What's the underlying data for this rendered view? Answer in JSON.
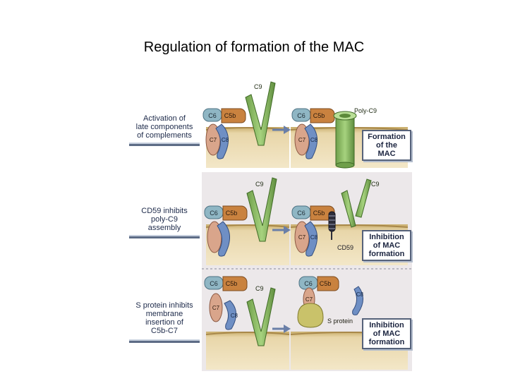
{
  "title": "Regulation of formation of the MAC",
  "rows": [
    {
      "label_lines": [
        "Activation of",
        "late components",
        "of complements"
      ],
      "result_lines": [
        "Formation",
        "of the",
        "MAC"
      ]
    },
    {
      "label_lines": [
        "CD59 inhibits",
        "poly-C9",
        "assembly"
      ],
      "result_lines": [
        "Inhibition",
        "of MAC",
        "formation"
      ]
    },
    {
      "label_lines": [
        "S protein inhibits",
        "membrane",
        "insertion of",
        "C5b-C7"
      ],
      "result_lines": [
        "Inhibition",
        "of MAC",
        "formation"
      ]
    }
  ],
  "components": {
    "c5b": "C5b",
    "c6": "C6",
    "c7": "C7",
    "c8": "C8",
    "c9": "C9",
    "poly_c9": "Poly-C9",
    "cd59": "CD59",
    "s_protein": "S protein"
  },
  "colors": {
    "c5b": "#c9823f",
    "c6": "#8fb6c4",
    "c7": "#d9a58b",
    "c8": "#6f8fc4",
    "c9": "#8bbd63",
    "membrane": "#e6d3a6",
    "membrane_line": "#b89b56",
    "panel_bg": "#ece8ea",
    "s_protein": "#c9c26a",
    "cd59": "#2d2d3a",
    "arrow": "#6a7fa8"
  }
}
